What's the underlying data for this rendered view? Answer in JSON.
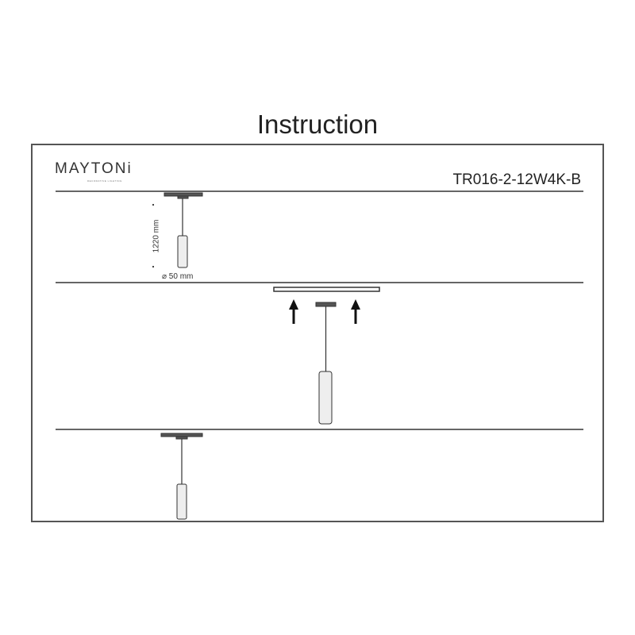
{
  "title": "Instruction",
  "brand": {
    "name": "MAYTONi",
    "tagline": "DECORATIVE LIGHTING"
  },
  "model": "TR016-2-12W4K-B",
  "dimensions": {
    "height": "1220 mm",
    "diameter": "⌀ 50 mm"
  },
  "steps": [
    "dimensions",
    "attach-to-track",
    "installed"
  ]
}
